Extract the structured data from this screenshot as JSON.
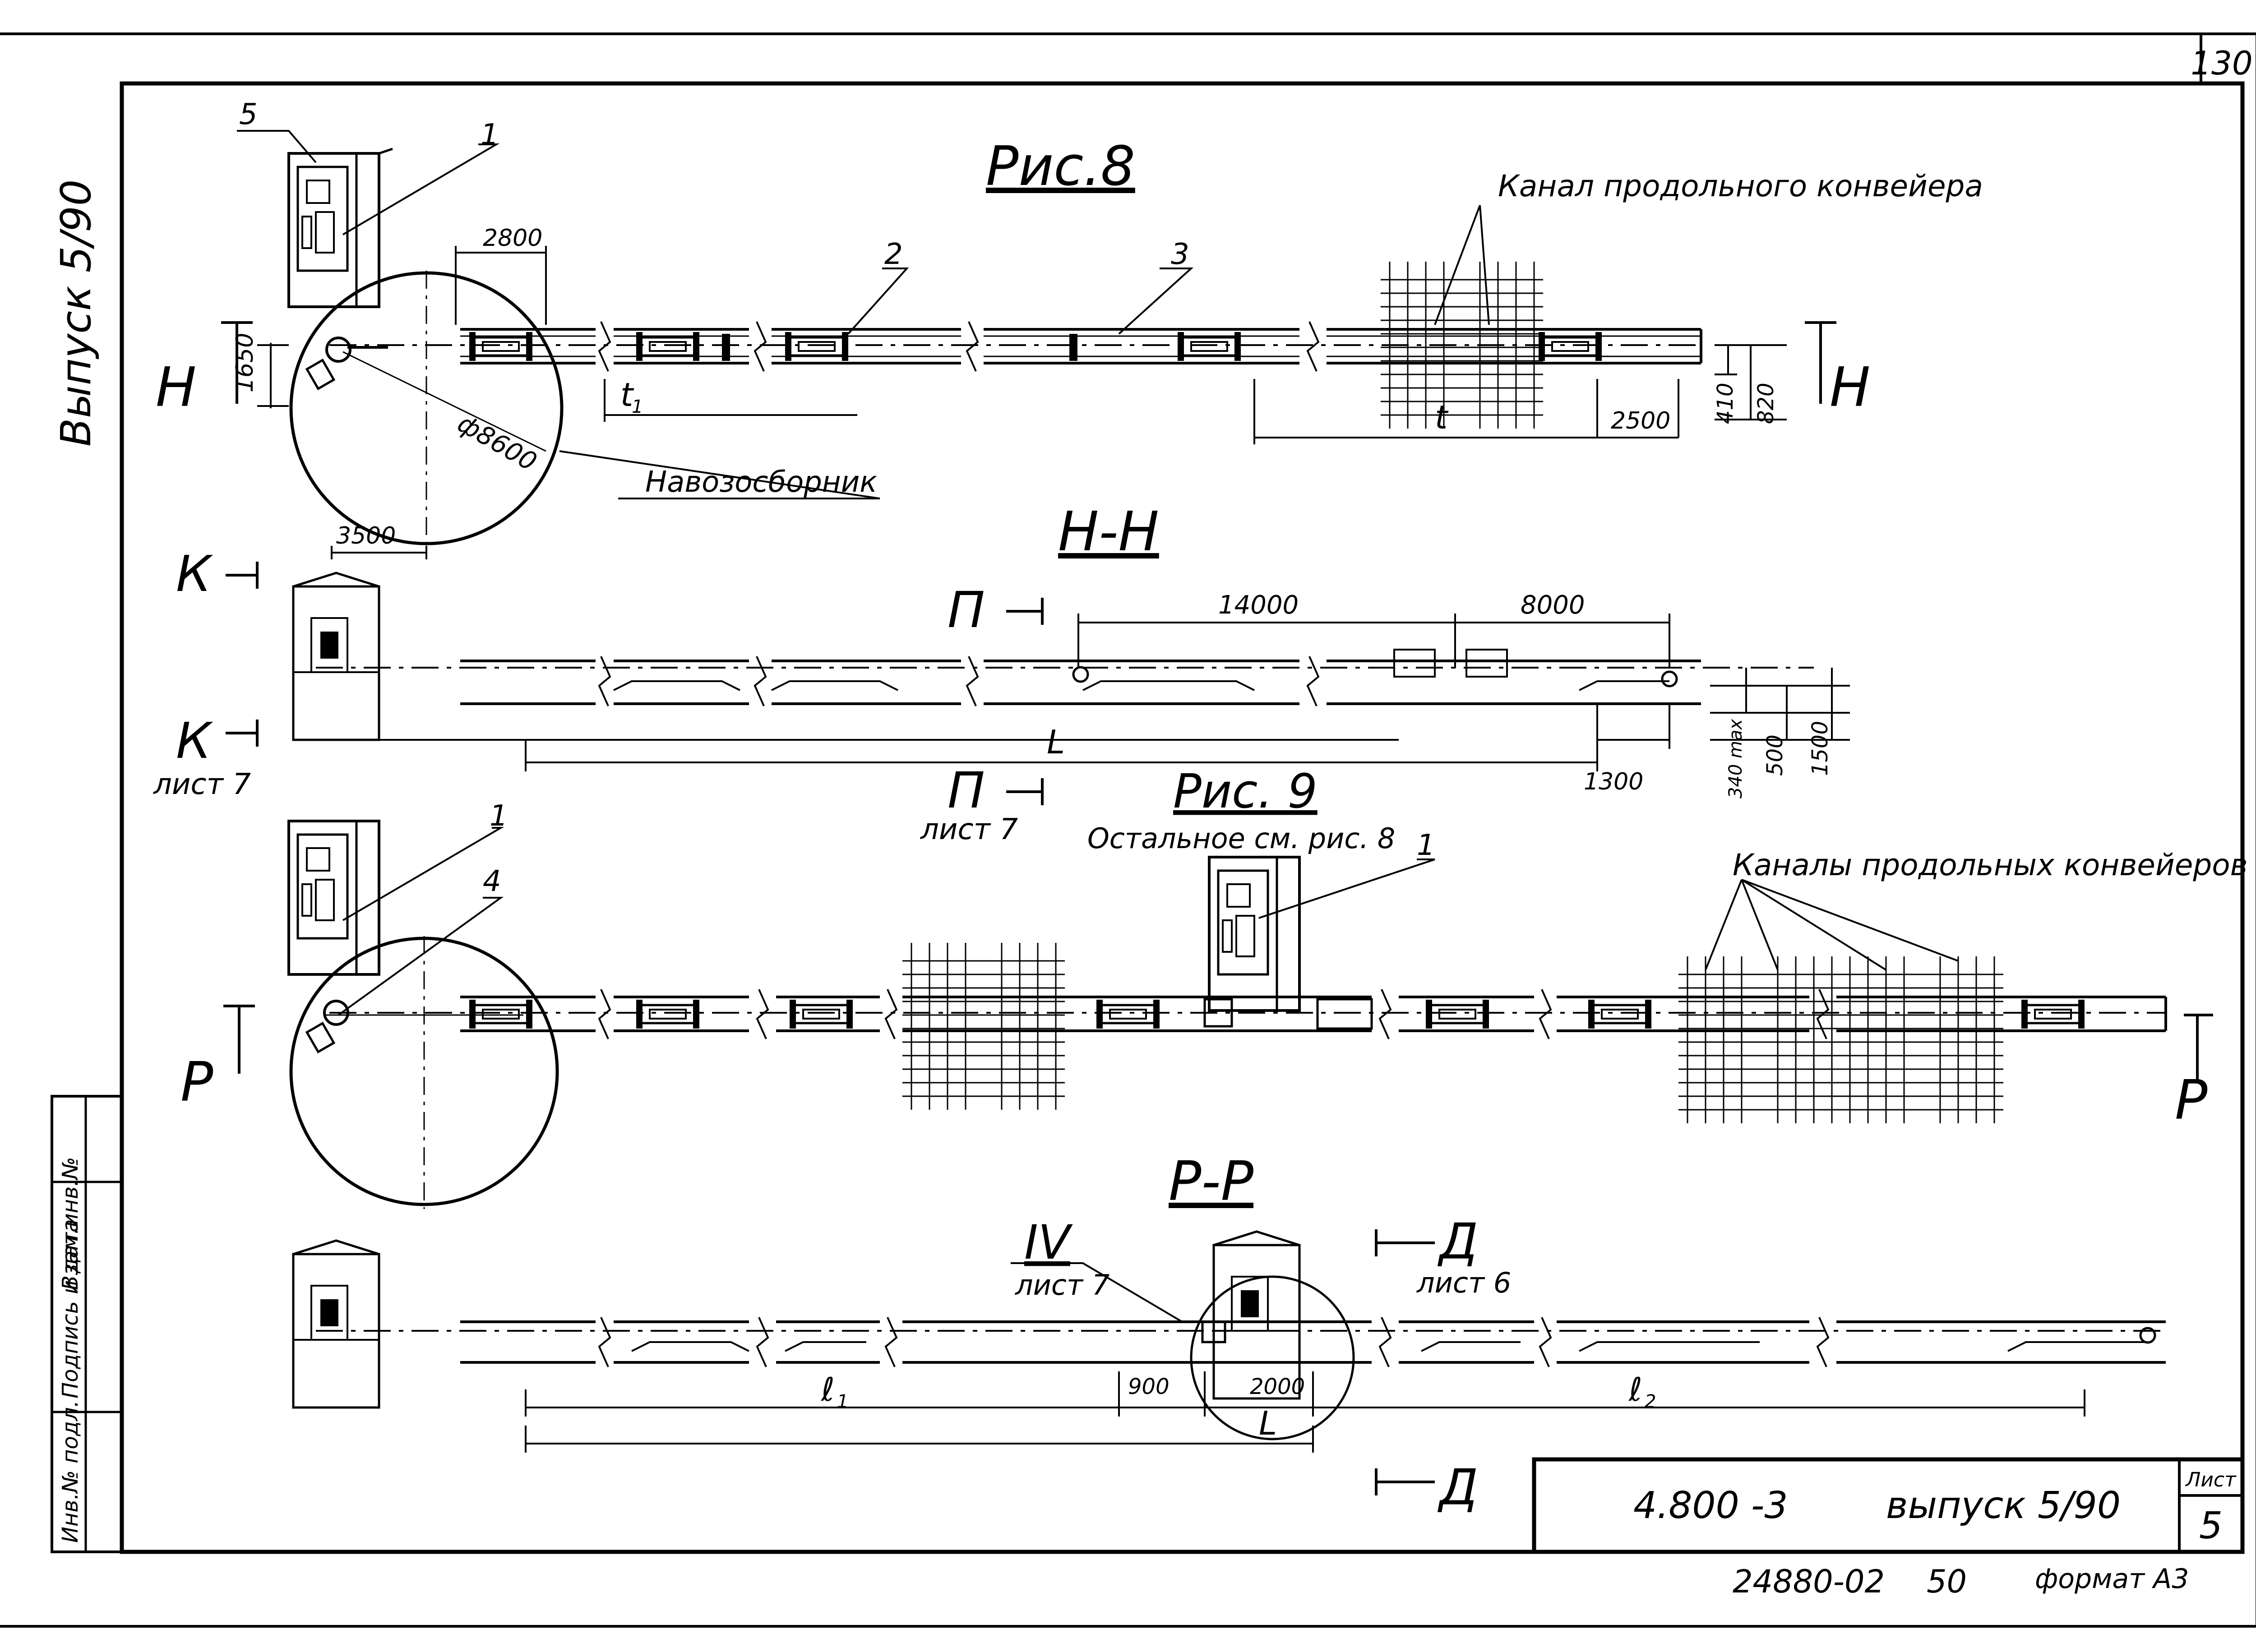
{
  "sheet": {
    "page_number": "130",
    "series": "Выпуск 5/90",
    "title_block": {
      "code": "4.800 -3",
      "series": "выпуск 5/90",
      "sheet_label": "Лист",
      "sheet_number": "5",
      "stamp_number": "24880-02",
      "stamp_value": "50",
      "format": "формат А3"
    },
    "side_stamp": [
      "Инв.№ подл.",
      "Подпись и дата",
      "Взам.инв.№"
    ]
  },
  "fig8": {
    "title": "Рис.8",
    "canal_label": "Канал продольного конвейера",
    "collector_label": "Навозосборник",
    "callouts": [
      "5",
      "1",
      "2",
      "3"
    ],
    "dims": {
      "d2800": "2800",
      "d1650": "1650",
      "diam": "ф8600",
      "d3500": "3500",
      "t1": "t",
      "t1_sub": "1",
      "t": "t",
      "d2500": "2500",
      "d410": "410",
      "d820": "820"
    },
    "section_mark": "Н"
  },
  "section_hh": {
    "title": "Н-Н",
    "cut_k": "К",
    "ref_k": "лист 7",
    "cut_p": "П",
    "ref_p": "лист 7",
    "dims": {
      "d14000": "14000",
      "d8000": "8000",
      "L": "L",
      "d1300": "1300",
      "d340": "340 max",
      "d500": "500",
      "d1500": "1500"
    }
  },
  "fig9": {
    "title": "Рис. 9",
    "note": "Остальное см. рис. 8",
    "canals_label": "Каналы продольных конвейеров",
    "callouts": [
      "1",
      "4",
      "1"
    ],
    "section_mark": "Р"
  },
  "section_pp": {
    "title": "Р-Р",
    "detail": "IV",
    "detail_ref": "лист 7",
    "cut_d": "Д",
    "ref_d": "лист 6",
    "dims": {
      "l1": "ℓ",
      "l1_sub": "1",
      "l2": "ℓ",
      "l2_sub": "2",
      "d900": "900",
      "d2000": "2000",
      "L": "L"
    }
  }
}
